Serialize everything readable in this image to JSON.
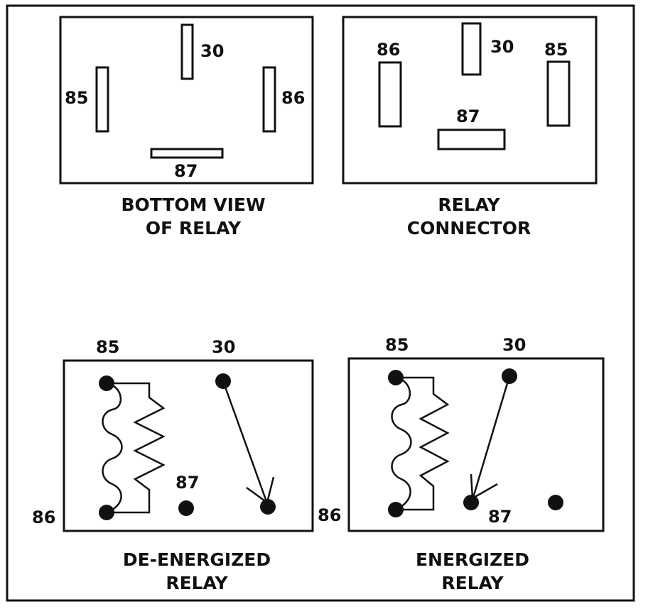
{
  "bottom_view": {
    "pin_30": "30",
    "pin_85": "85",
    "pin_86": "86",
    "pin_87": "87",
    "caption_line1": "BOTTOM VIEW",
    "caption_line2": "OF RELAY"
  },
  "connector": {
    "pin_86": "86",
    "pin_30": "30",
    "pin_85": "85",
    "pin_87": "87",
    "caption_line1": "RELAY",
    "caption_line2": "CONNECTOR"
  },
  "de_energized": {
    "label_85": "85",
    "label_30": "30",
    "label_87": "87",
    "label_86": "86",
    "caption_line1": "DE-ENERGIZED",
    "caption_line2": "RELAY"
  },
  "energized": {
    "label_85": "85",
    "label_30": "30",
    "label_87": "87",
    "label_86": "86",
    "caption_line1": "ENERGIZED",
    "caption_line2": "RELAY"
  }
}
